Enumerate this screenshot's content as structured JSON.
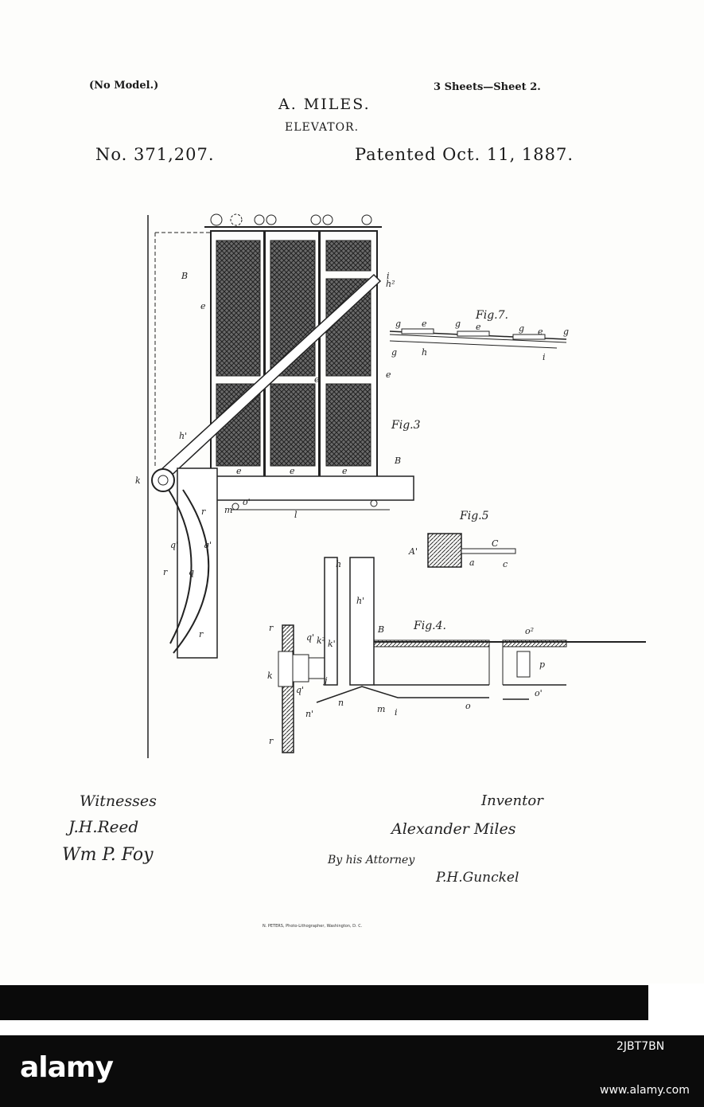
{
  "header": {
    "no_model": "(No Model.)",
    "sheets": "3 Sheets—Sheet 2.",
    "inventor": "A. MILES.",
    "title": "ELEVATOR.",
    "patent_number": "No. 371,207.",
    "patent_date": "Patented Oct. 11, 1887."
  },
  "figures": {
    "fig3": "Fig.3",
    "fig4": "Fig.4.",
    "fig5": "Fig.5",
    "fig7": "Fig.7."
  },
  "signatures": {
    "witnesses_label": "Witnesses",
    "witness_1": "J.H.Reed",
    "witness_2": "Wm P. Foy",
    "inventor_label": "Inventor",
    "inventor_signature": "Alexander Miles",
    "attorney_line": "By his Attorney",
    "attorney_signature": "P.H.Gunckel"
  },
  "printer": "N. PETERS, Photo-Lithographer, Washington, D. C.",
  "watermark": {
    "logo": "alamy",
    "image_id": "2JBT7BN",
    "site": "www.alamy.com"
  }
}
